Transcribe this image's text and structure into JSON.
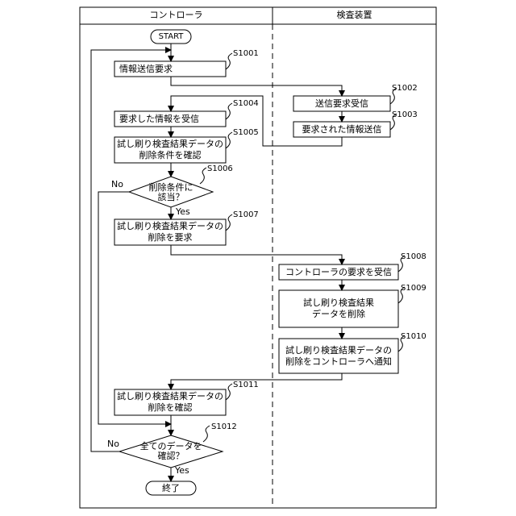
{
  "header": {
    "controller": "コントローラ",
    "inspection_device": "検査装置"
  },
  "nodes": {
    "start": "START",
    "s1001": {
      "text": "情報送信要求",
      "step": "S1001"
    },
    "s1002": {
      "text": "送信要求受信",
      "step": "S1002"
    },
    "s1003": {
      "text": "要求された情報送信",
      "step": "S1003"
    },
    "s1004": {
      "text": "要求した情報を受信",
      "step": "S1004"
    },
    "s1005": {
      "line1": "試し刷り検査結果データの",
      "line2": "削除条件を確認",
      "step": "S1005"
    },
    "s1006": {
      "line1": "削除条件に",
      "line2": "該当？",
      "step": "S1006"
    },
    "s1007": {
      "line1": "試し刷り検査結果データの",
      "line2": "削除を要求",
      "step": "S1007"
    },
    "s1008": {
      "text": "コントローラの要求を受信",
      "step": "S1008"
    },
    "s1009": {
      "line1": "試し刷り検査結果",
      "line2": "データを削除",
      "step": "S1009"
    },
    "s1010": {
      "line1": "試し刷り検査結果データの",
      "line2": "削除をコントローラへ通知",
      "step": "S1010"
    },
    "s1011": {
      "line1": "試し刷り検査結果データの",
      "line2": "削除を確認",
      "step": "S1011"
    },
    "s1012": {
      "line1": "全てのデータを",
      "line2": "確認？",
      "step": "S1012"
    },
    "end": "終了"
  },
  "branches": {
    "s1006_yes": "Yes",
    "s1006_no": "No",
    "s1012_yes": "Yes",
    "s1012_no": "No"
  }
}
